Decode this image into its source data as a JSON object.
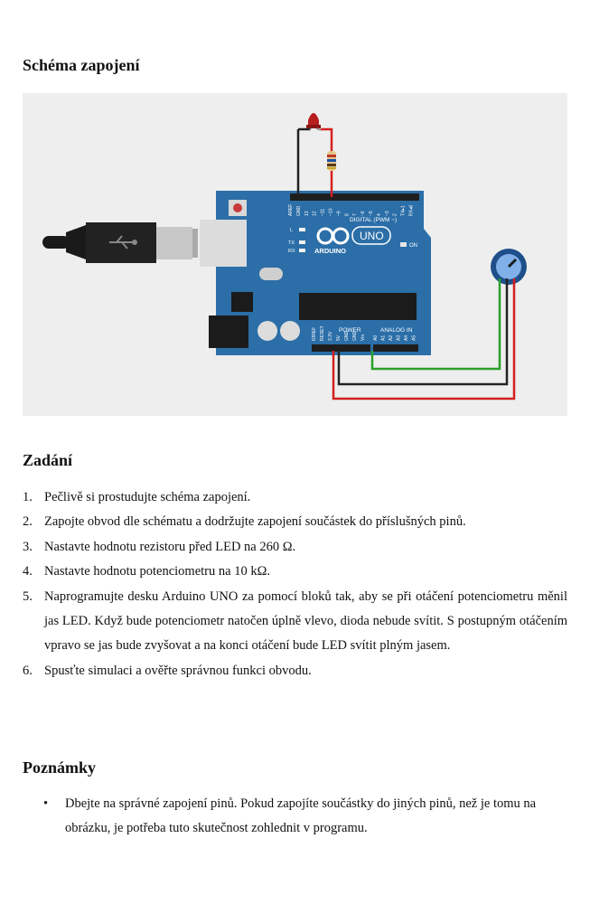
{
  "sections": {
    "schema_title": "Schéma zapojení",
    "zadani_title": "Zadání",
    "poznamky_title": "Poznámky"
  },
  "board": {
    "brand": "ARDUINO",
    "model": "UNO",
    "on_label": "ON",
    "l_label": "L",
    "tx_label": "TX",
    "rx_label": "RX",
    "digital_label": "DIGITAL (PWM ~)",
    "power_label": "POWER",
    "analog_label": "ANALOG IN",
    "digital_pins": [
      "AREF",
      "GND",
      "13",
      "12",
      "~11",
      "~10",
      "~9",
      "8",
      "7",
      "~6",
      "~5",
      "4",
      "~3",
      "2",
      "TX▸1",
      "RX◂0"
    ],
    "power_pins": [
      "IOREF",
      "RESET",
      "3.3V",
      "5V",
      "GND",
      "GND",
      "Vin"
    ],
    "analog_pins": [
      "A0",
      "A1",
      "A2",
      "A3",
      "A4",
      "A5"
    ]
  },
  "wire_colors": {
    "red": "#d42020",
    "black": "#222222",
    "green": "#2aa02a"
  },
  "tasks": [
    {
      "num": "1.",
      "text": "Pečlivě si prostudujte schéma zapojení."
    },
    {
      "num": "2.",
      "text": "Zapojte obvod dle schématu a dodržujte zapojení součástek do příslušných pinů."
    },
    {
      "num": "3.",
      "text": "Nastavte hodnotu rezistoru před LED na 260 Ω."
    },
    {
      "num": "4.",
      "text": "Nastavte hodnotu potenciometru na 10 kΩ."
    },
    {
      "num": "5.",
      "text": "Naprogramujte desku Arduino UNO za pomocí bloků tak, aby se při otáčení potenciometru měnil jas LED. Když bude potenciometr natočen úplně vlevo, dioda nebude svítit. S postupným otáčením vpravo se jas bude zvyšovat a na konci otáčení bude LED svítit plným jasem."
    },
    {
      "num": "6.",
      "text": "Spusťte simulaci a ověřte správnou funkci obvodu."
    }
  ],
  "notes": [
    {
      "bullet": "•",
      "text": "Dbejte na správné zapojení pinů. Pokud zapojíte součástky do jiných pinů, než je tomu na obrázku, je potřeba tuto skutečnost zohlednit v programu."
    }
  ]
}
